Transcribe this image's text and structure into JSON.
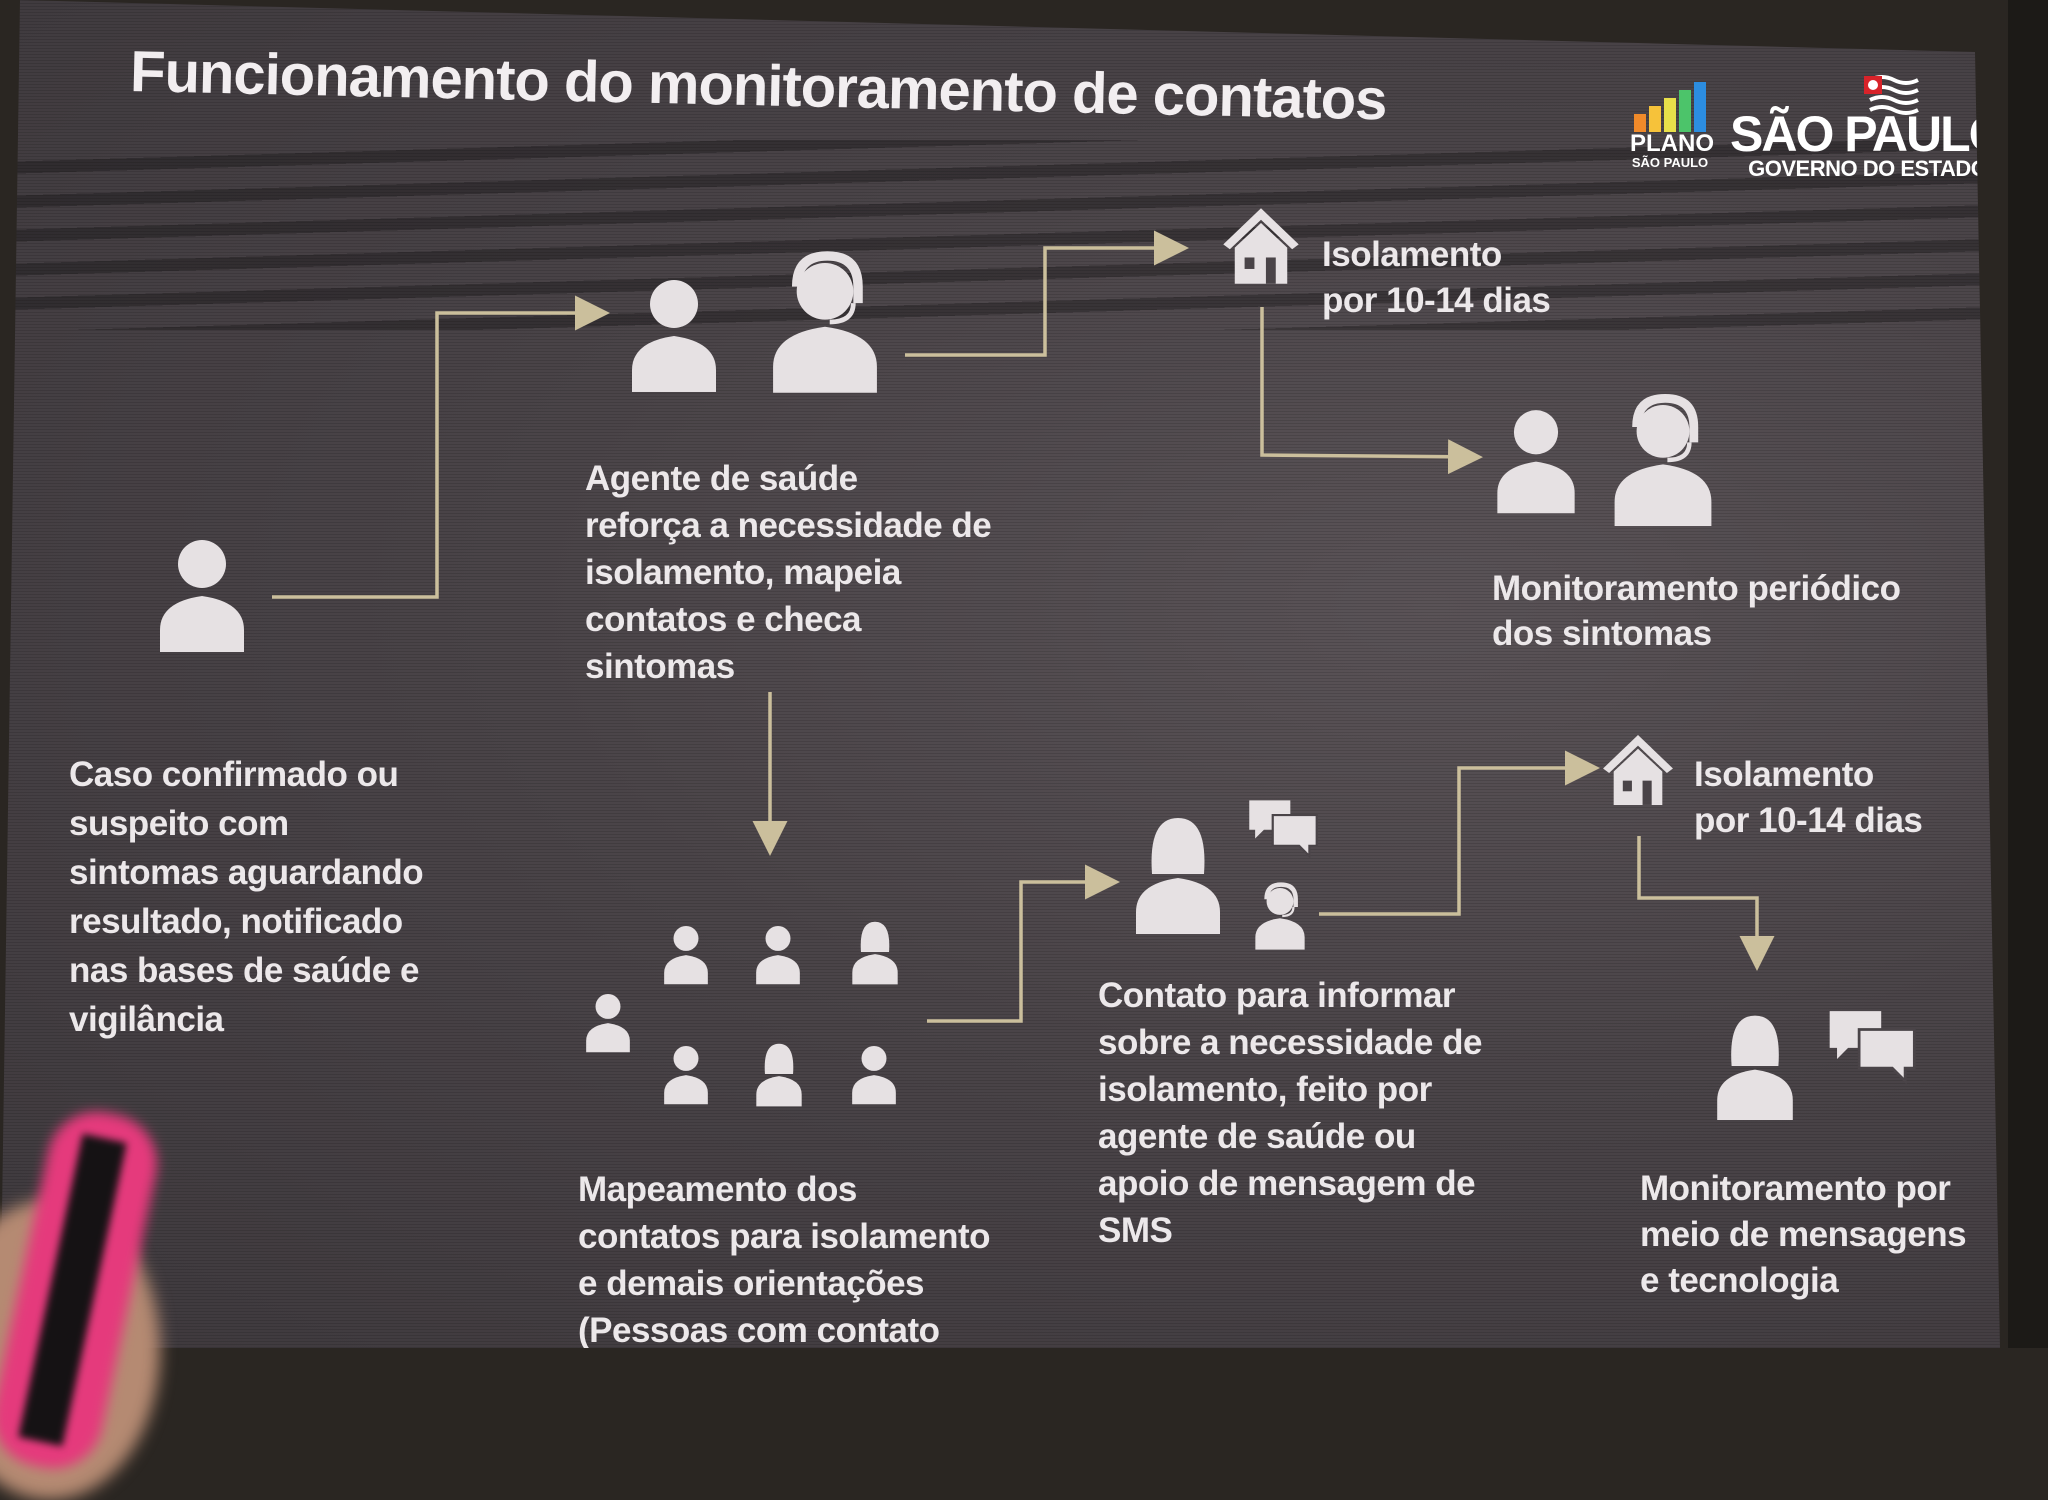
{
  "title": "Funcionamento do monitoramento de contatos",
  "logos": {
    "plano_line1": "PLANO",
    "plano_line2": "SÃO PAULO",
    "sp_line1": "SÃO PAULO",
    "sp_line2": "GOVERNO DO ESTADO",
    "plano_bar_colors": [
      "#f08a2a",
      "#f6c23a",
      "#e8e04a",
      "#4cc46a",
      "#2c8de0"
    ]
  },
  "colors": {
    "connector": "#cbbf9c",
    "icon": "#e6e1e3"
  },
  "steps": {
    "case": {
      "lines": [
        "Caso confirmado ou",
        "suspeito com",
        "sintomas aguardando",
        "resultado, notificado",
        "nas bases de saúde e",
        "vigilância"
      ]
    },
    "agent": {
      "lines": [
        "Agente de saúde",
        "reforça a necessidade de",
        "isolamento, mapeia",
        "contatos e checa",
        "sintomas"
      ]
    },
    "isolation1": {
      "lines": [
        "Isolamento",
        "por 10-14 dias"
      ]
    },
    "monitoring1": {
      "lines": [
        "Monitoramento periódico",
        "dos sintomas"
      ]
    },
    "mapping": {
      "lines": [
        "Mapeamento dos",
        "contatos para isolamento",
        "e demais orientações",
        "(Pessoas com contato"
      ]
    },
    "contact": {
      "lines": [
        "Contato para informar",
        "sobre a necessidade de",
        "isolamento, feito por",
        "agente de saúde ou",
        "apoio de mensagem de",
        "SMS"
      ]
    },
    "isolation2": {
      "lines": [
        "Isolamento",
        "por 10-14 dias"
      ]
    },
    "monitoring2": {
      "lines": [
        "Monitoramento por",
        "meio de mensagens",
        "e tecnologia"
      ]
    }
  }
}
